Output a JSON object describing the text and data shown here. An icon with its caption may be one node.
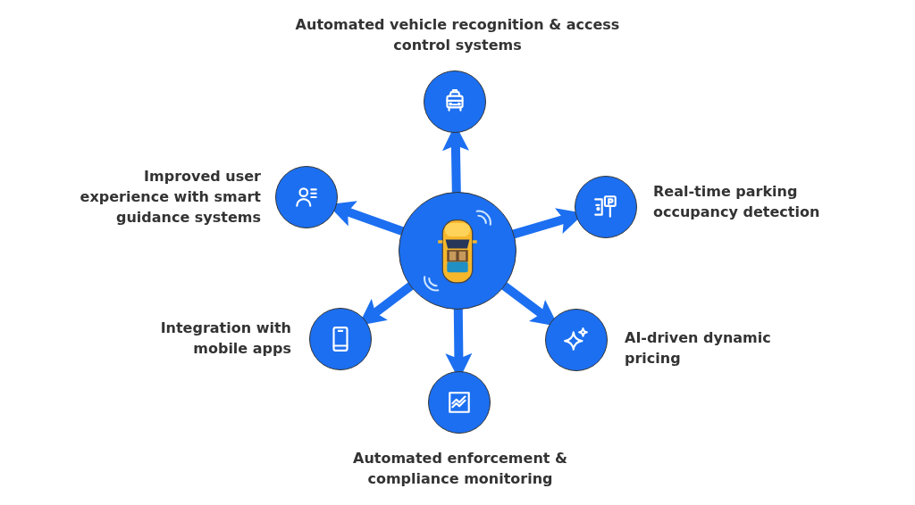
{
  "diagram": {
    "nodes": [
      {
        "text": [],
        "shape": "circle"
      },
      {
        "text": [
          "Automated vehicle recognition & access control systems"
        ]
      },
      {
        "text": [
          "Improved user experience with smart guidance systems"
        ]
      },
      {
        "text": [
          "Real-time parking occupancy detection"
        ]
      },
      {
        "text": [
          "Integration with mobile apps"
        ]
      },
      {
        "text": [
          "AI-driven dynamic pricing"
        ]
      },
      {
        "text": [
          "Automated enforcement & compliance monitoring"
        ]
      }
    ],
    "edges": [
      {
        "from": 0,
        "to": 1,
        "arrow": "to"
      },
      {
        "from": 0,
        "to": 2,
        "arrow": "to"
      },
      {
        "from": 0,
        "to": 3,
        "arrow": "to"
      },
      {
        "from": 0,
        "to": 4,
        "arrow": "to"
      },
      {
        "from": 0,
        "to": 5,
        "arrow": "to"
      },
      {
        "from": 0,
        "to": 6,
        "arrow": "to"
      }
    ]
  }
}
